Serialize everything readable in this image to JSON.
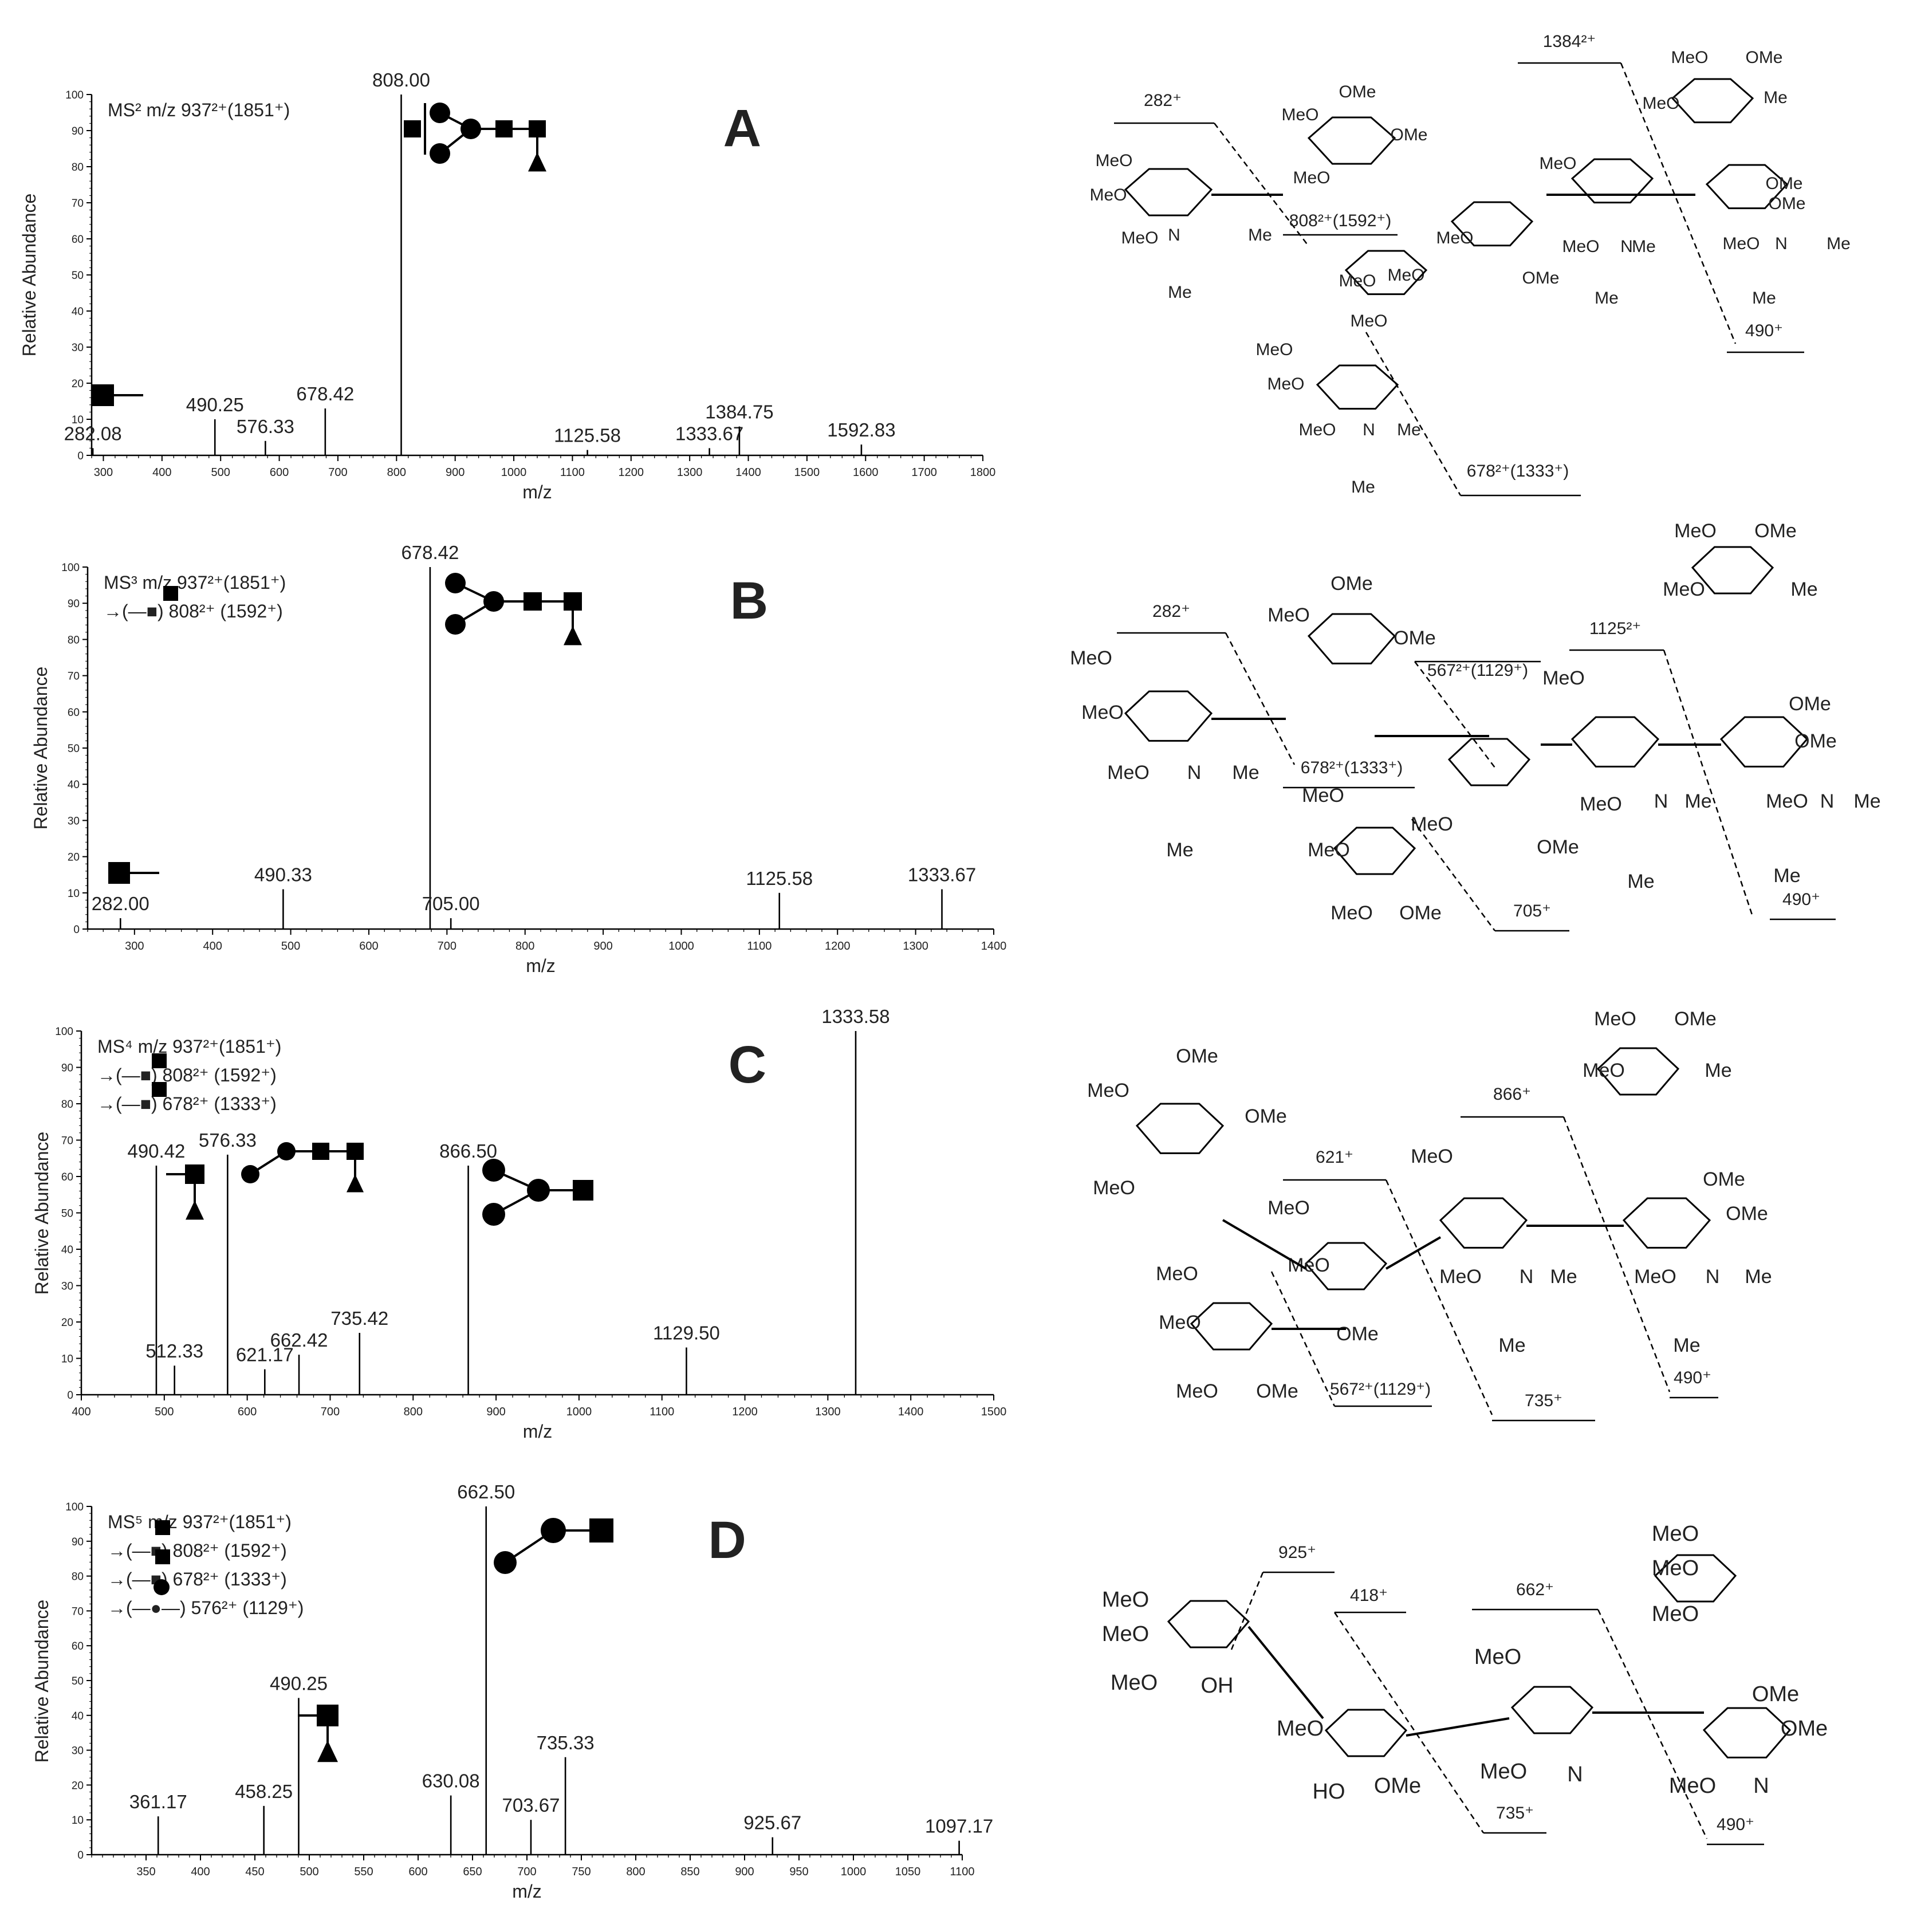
{
  "chart_data": [
    {
      "type": "bar",
      "panel": "A",
      "header": [
        "MS² m/z 937²⁺(1851⁺)"
      ],
      "xlabel": "m/z",
      "ylabel": "Relative Abundance",
      "xlim": [
        280,
        1800
      ],
      "ylim": [
        0,
        100
      ],
      "xticks": [
        300,
        400,
        500,
        600,
        700,
        800,
        900,
        1000,
        1100,
        1200,
        1300,
        1400,
        1500,
        1600,
        1700,
        1800
      ],
      "yticks": [
        0,
        10,
        20,
        30,
        40,
        50,
        60,
        70,
        80,
        90,
        100
      ],
      "peaks": [
        {
          "mz": 282.08,
          "intensity": 2,
          "label": "282.08"
        },
        {
          "mz": 490.25,
          "intensity": 10,
          "label": "490.25"
        },
        {
          "mz": 576.33,
          "intensity": 4,
          "label": "576.33"
        },
        {
          "mz": 678.42,
          "intensity": 13,
          "label": "678.42"
        },
        {
          "mz": 808.0,
          "intensity": 100,
          "label": "808.00"
        },
        {
          "mz": 1125.58,
          "intensity": 1.5,
          "label": "1125.58"
        },
        {
          "mz": 1333.67,
          "intensity": 2,
          "label": "1333.67"
        },
        {
          "mz": 1384.75,
          "intensity": 8,
          "label": "1384.75"
        },
        {
          "mz": 1592.83,
          "intensity": 3,
          "label": "1592.83"
        }
      ],
      "structure_labels": [
        "1384²⁺",
        "282⁺",
        "808²⁺(1592⁺)",
        "678²⁺(1333⁺)",
        "490⁺"
      ]
    },
    {
      "type": "bar",
      "panel": "B",
      "header": [
        "MS³ m/z 937²⁺(1851⁺)",
        "→(—■) 808²⁺ (1592⁺)"
      ],
      "xlabel": "m/z",
      "ylabel": "Relative Abundance",
      "xlim": [
        240,
        1400
      ],
      "ylim": [
        0,
        100
      ],
      "xticks": [
        300,
        400,
        500,
        600,
        700,
        800,
        900,
        1000,
        1100,
        1200,
        1300,
        1400
      ],
      "yticks": [
        0,
        10,
        20,
        30,
        40,
        50,
        60,
        70,
        80,
        90,
        100
      ],
      "peaks": [
        {
          "mz": 282.0,
          "intensity": 3,
          "label": "282.00"
        },
        {
          "mz": 490.33,
          "intensity": 11,
          "label": "490.33"
        },
        {
          "mz": 678.42,
          "intensity": 100,
          "label": "678.42"
        },
        {
          "mz": 705.0,
          "intensity": 3,
          "label": "705.00"
        },
        {
          "mz": 1125.58,
          "intensity": 10,
          "label": "1125.58"
        },
        {
          "mz": 1333.67,
          "intensity": 11,
          "label": "1333.67"
        }
      ],
      "structure_labels": [
        "282⁺",
        "567²⁺(1129⁺)",
        "1125²⁺",
        "678²⁺(1333⁺)",
        "705⁺",
        "490⁺"
      ]
    },
    {
      "type": "bar",
      "panel": "C",
      "header": [
        "MS⁴ m/z 937²⁺(1851⁺)",
        "→(—■) 808²⁺ (1592⁺)",
        "→(—■) 678²⁺ (1333⁺)"
      ],
      "xlabel": "m/z",
      "ylabel": "Relative Abundance",
      "xlim": [
        400,
        1500
      ],
      "ylim": [
        0,
        100
      ],
      "xticks": [
        400,
        500,
        600,
        700,
        800,
        900,
        1000,
        1100,
        1200,
        1300,
        1400,
        1500
      ],
      "yticks": [
        0,
        10,
        20,
        30,
        40,
        50,
        60,
        70,
        80,
        90,
        100
      ],
      "peaks": [
        {
          "mz": 490.42,
          "intensity": 63,
          "label": "490.42"
        },
        {
          "mz": 512.33,
          "intensity": 8,
          "label": "512.33"
        },
        {
          "mz": 576.33,
          "intensity": 66,
          "label": "576.33"
        },
        {
          "mz": 621.17,
          "intensity": 7,
          "label": "621.17"
        },
        {
          "mz": 662.42,
          "intensity": 11,
          "label": "662.42"
        },
        {
          "mz": 735.42,
          "intensity": 17,
          "label": "735.42"
        },
        {
          "mz": 866.5,
          "intensity": 63,
          "label": "866.50"
        },
        {
          "mz": 1129.5,
          "intensity": 13,
          "label": "1129.50"
        },
        {
          "mz": 1333.58,
          "intensity": 100,
          "label": "1333.58"
        }
      ],
      "structure_labels": [
        "866⁺",
        "621⁺",
        "567²⁺(1129⁺)",
        "735⁺",
        "490⁺"
      ]
    },
    {
      "type": "bar",
      "panel": "D",
      "header": [
        "MS⁵ m/z 937²⁺(1851⁺)",
        "→(—■) 808²⁺ (1592⁺)",
        "→(—■) 678²⁺ (1333⁺)",
        "→(—●—) 576²⁺ (1129⁺)"
      ],
      "xlabel": "m/z",
      "ylabel": "Relative Abundance",
      "xlim": [
        300,
        1100
      ],
      "ylim": [
        0,
        100
      ],
      "xticks": [
        350,
        400,
        450,
        500,
        550,
        600,
        650,
        700,
        750,
        800,
        850,
        900,
        950,
        1000,
        1050,
        1100
      ],
      "yticks": [
        0,
        10,
        20,
        30,
        40,
        50,
        60,
        70,
        80,
        90,
        100
      ],
      "peaks": [
        {
          "mz": 361.17,
          "intensity": 11,
          "label": "361.17"
        },
        {
          "mz": 458.25,
          "intensity": 14,
          "label": "458.25"
        },
        {
          "mz": 490.25,
          "intensity": 45,
          "label": "490.25"
        },
        {
          "mz": 630.08,
          "intensity": 17,
          "label": "630.08"
        },
        {
          "mz": 662.5,
          "intensity": 100,
          "label": "662.50"
        },
        {
          "mz": 703.67,
          "intensity": 10,
          "label": "703.67"
        },
        {
          "mz": 735.33,
          "intensity": 28,
          "label": "735.33"
        },
        {
          "mz": 925.67,
          "intensity": 5,
          "label": "925.67"
        },
        {
          "mz": 1097.17,
          "intensity": 4,
          "label": "1097.17"
        }
      ],
      "structure_labels": [
        "925⁺",
        "418⁺",
        "662⁺",
        "735⁺",
        "490⁺"
      ]
    }
  ],
  "chem": {
    "meo": "MeO",
    "ome": "OMe",
    "me": "Me",
    "o": "O",
    "n": "N",
    "oh": "OH",
    "ho": "HO"
  }
}
